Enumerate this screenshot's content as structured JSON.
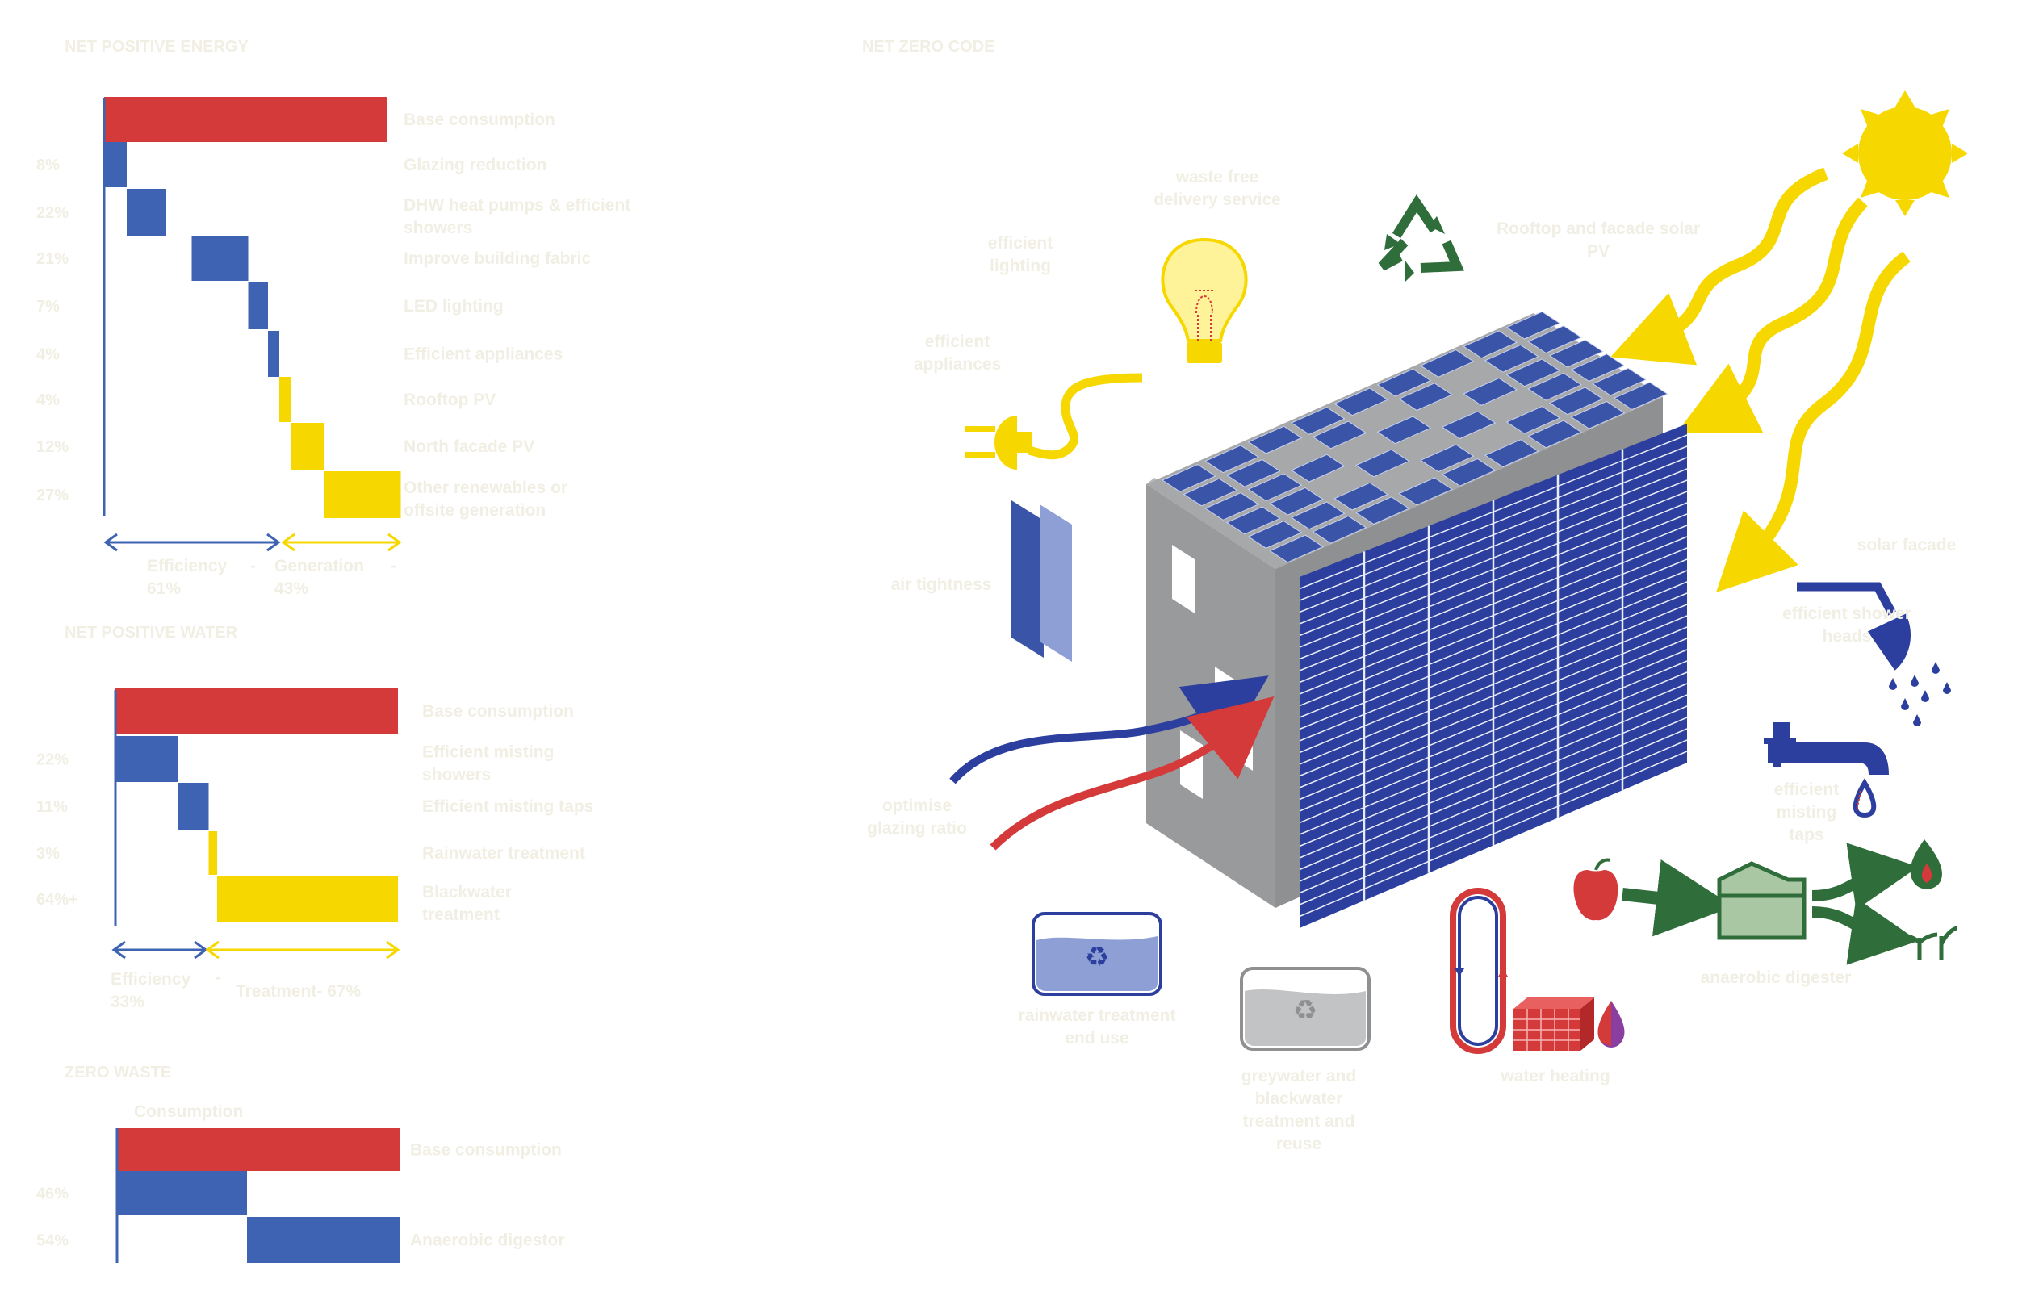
{
  "colors": {
    "red": "#d43a3a",
    "blue": "#3f63b3",
    "yellow": "#f6d800",
    "label": "#f1efe3",
    "navy": "#2c3f9e",
    "grey": "#999a9c",
    "green": "#2f6e3a"
  },
  "energy": {
    "title": "NET POSITIVE ENERGY",
    "rows": [
      {
        "pct": "",
        "label": "Base consumption",
        "label2": "",
        "color": "red",
        "start": 0,
        "end": 100
      },
      {
        "pct": "8%",
        "label": "Glazing reduction",
        "label2": "",
        "color": "blue",
        "start": 0,
        "end": 8
      },
      {
        "pct": "22%",
        "label": "DHW heat pumps & efficient",
        "label2": "showers",
        "color": "blue",
        "start": 8,
        "end": 22
      },
      {
        "pct": "21%",
        "label": "Improve building fabric",
        "label2": "",
        "color": "blue",
        "start": 31,
        "end": 51
      },
      {
        "pct": "7%",
        "label": "LED lighting",
        "label2": "",
        "color": "blue",
        "start": 51,
        "end": 58
      },
      {
        "pct": "4%",
        "label": "Efficient appliances",
        "label2": "",
        "color": "blue",
        "start": 58,
        "end": 62
      },
      {
        "pct": "4%",
        "label": "Rooftop PV",
        "label2": "",
        "color": "yellow",
        "start": 62,
        "end": 66
      },
      {
        "pct": "12%",
        "label": "North facade PV",
        "label2": "",
        "color": "yellow",
        "start": 66,
        "end": 78
      },
      {
        "pct": "27%",
        "label": "Other renewables or",
        "label2": "offsite generation",
        "color": "yellow",
        "start": 78,
        "end": 105
      }
    ],
    "efficiency_label": "Efficiency",
    "efficiency_value": "61%",
    "generation_label": "Generation",
    "generation_value": "43%",
    "dash": "-"
  },
  "water": {
    "title": "NET POSITIVE WATER",
    "rows": [
      {
        "pct": "",
        "label": "Base consumption",
        "label2": "",
        "color": "red",
        "start": 0,
        "end": 100
      },
      {
        "pct": "22%",
        "label": "Efficient misting",
        "label2": "showers",
        "color": "blue",
        "start": 0,
        "end": 22
      },
      {
        "pct": "11%",
        "label": "Efficient misting taps",
        "label2": "",
        "color": "blue",
        "start": 22,
        "end": 33
      },
      {
        "pct": "3%",
        "label": "Rainwater treatment",
        "label2": "",
        "color": "yellow",
        "start": 33,
        "end": 36
      },
      {
        "pct": "64%+",
        "label": "Blackwater",
        "label2": "treatment",
        "color": "yellow",
        "start": 36,
        "end": 100
      }
    ],
    "efficiency_label": "Efficiency",
    "efficiency_value": "33%",
    "dash": "-",
    "treatment_label": "Treatment- 67%"
  },
  "waste": {
    "title": "ZERO WASTE",
    "header": "Consumption",
    "rows": [
      {
        "pct": "",
        "label": "Base consumption",
        "color": "red",
        "start": 0,
        "end": 100
      },
      {
        "pct": "46%",
        "label": "",
        "color": "blue",
        "start": 0,
        "end": 46
      },
      {
        "pct": "54%",
        "label": "Anaerobic digestor",
        "color": "blue",
        "start": 46,
        "end": 100
      }
    ]
  },
  "diagram": {
    "title": "NET ZERO CODE",
    "waste_free_1": "waste free",
    "waste_free_2": "delivery service",
    "efficient_lighting_1": "efficient",
    "efficient_lighting_2": "lighting",
    "efficient_appliances_1": "efficient",
    "efficient_appliances_2": "appliances",
    "air_tightness": "air tightness",
    "optimise_1": "optimise",
    "optimise_2": "glazing ratio",
    "rooftop_1": "Rooftop and facade solar",
    "rooftop_2": "PV",
    "solar_facade": "solar facade",
    "shower_1": "efficient shower",
    "shower_2": "heads",
    "taps_1": "efficient",
    "taps_2": "misting",
    "taps_3": "taps",
    "anaerobic": "anaerobic digester",
    "rainwater_1": "rainwater treatment",
    "rainwater_2": "end use",
    "grey_1": "greywater and",
    "grey_2": "blackwater",
    "grey_3": "treatment and",
    "grey_4": "reuse",
    "water_heating": "water heating"
  }
}
